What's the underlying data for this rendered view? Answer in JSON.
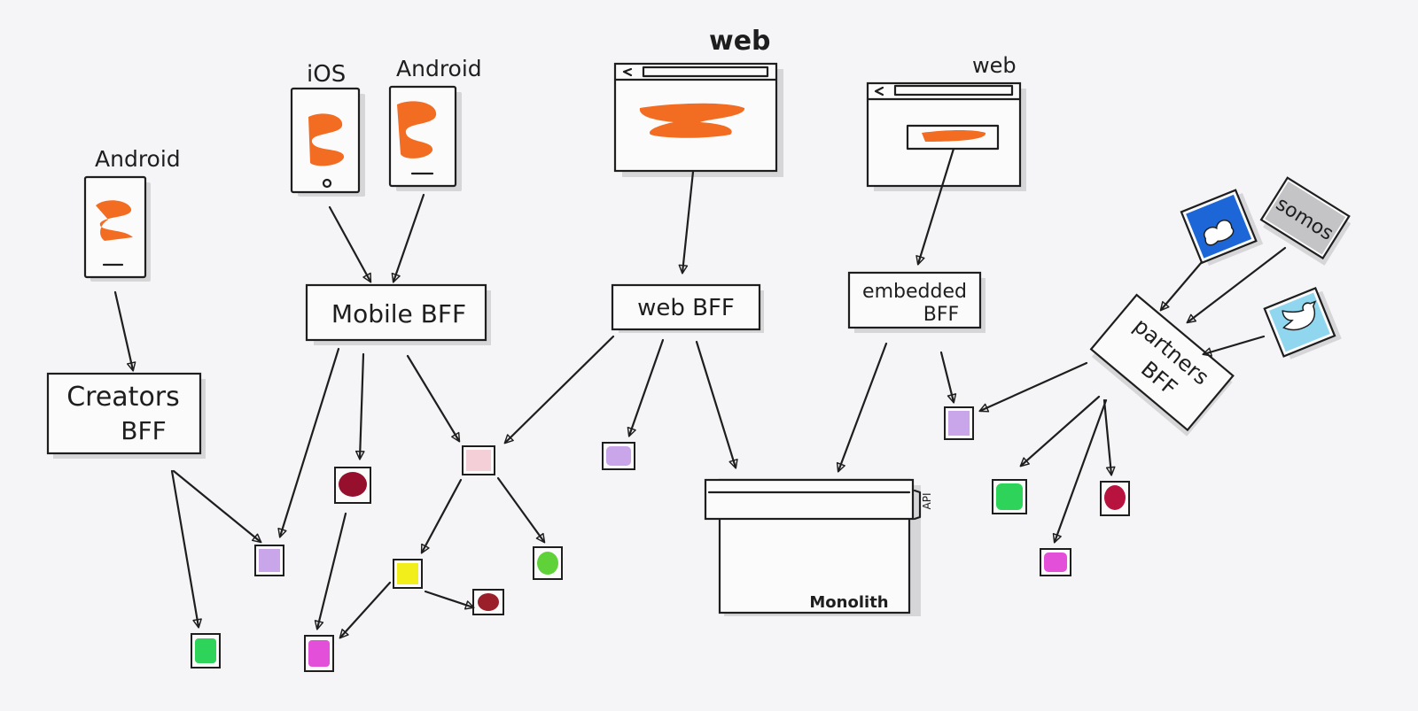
{
  "colors": {
    "orange": "#f26d22",
    "lavender": "#c9a6ea",
    "maroon": "#96102e",
    "pink": "#f4cfd8",
    "green": "#2ed35a",
    "lime": "#5fd23a",
    "yellow": "#f2ee1c",
    "magenta": "#e34fd8",
    "darkred": "#9a1f2a",
    "crimson": "#b8123e",
    "blue": "#1c66d8",
    "lightblue": "#8fd6ee",
    "grey": "#c4c4c6"
  },
  "clients": {
    "android_left": "Android",
    "ios": "iOS",
    "android_mid": "Android",
    "web_main": "web",
    "web_embedded": "web",
    "somos": "somos"
  },
  "bffs": {
    "creators_line1": "Creators",
    "creators_line2": "BFF",
    "mobile": "Mobile BFF",
    "web": "web BFF",
    "embedded_line1": "embedded",
    "embedded_line2": "BFF",
    "partners_line1": "partners",
    "partners_line2": "BFF"
  },
  "monolith": {
    "api_label": "API",
    "name": "Monolith"
  },
  "icons": [
    "phone-icon",
    "browser-window-icon",
    "twitter-bird-icon",
    "cloud-hand-icon"
  ]
}
